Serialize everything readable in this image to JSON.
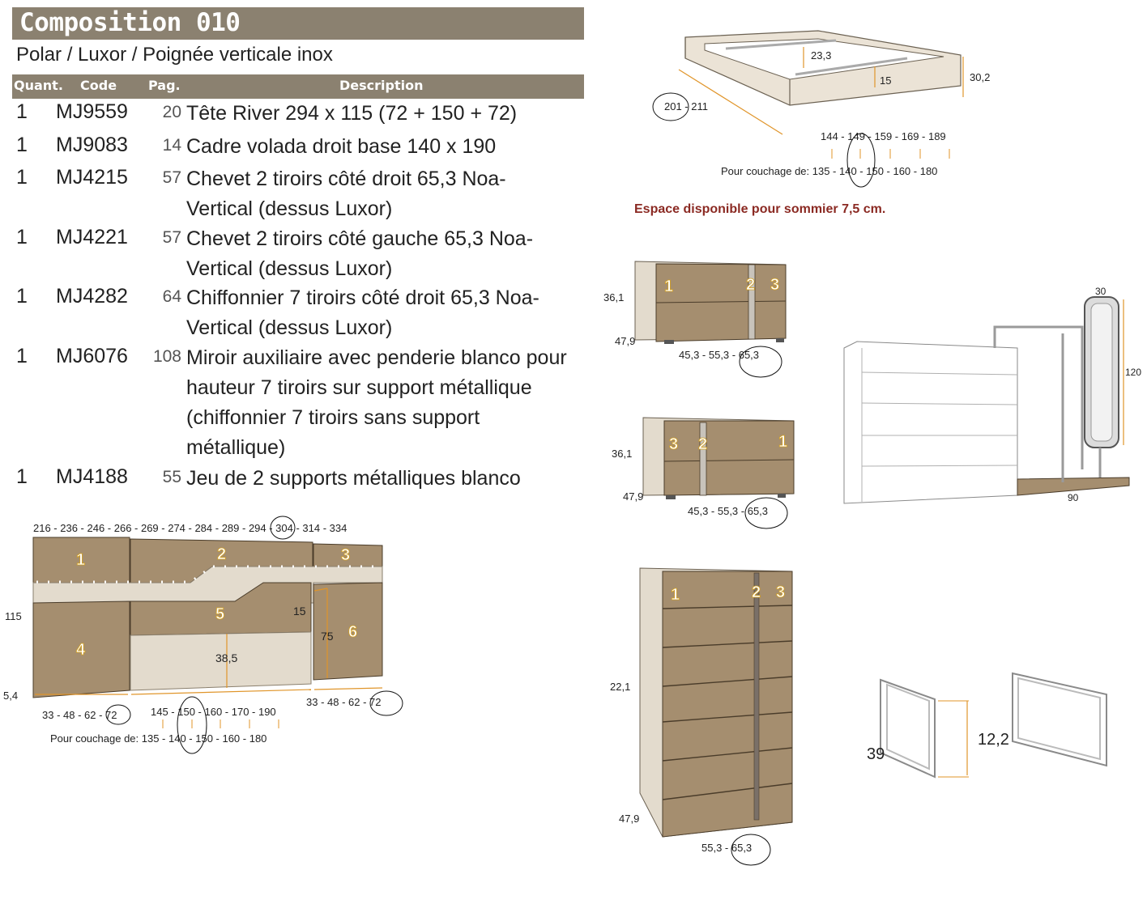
{
  "header": {
    "title": "Composition 010",
    "subtitle": "Polar / Luxor / Poignée verticale inox",
    "columns": {
      "quant": "Quant.",
      "code": "Code",
      "page": "Pag.",
      "description": "Description"
    }
  },
  "items": [
    {
      "quant": "1",
      "code": "MJ9559",
      "page": "20",
      "desc_lines": [
        "Tête River 294 x 115 (72 + 150 + 72)"
      ]
    },
    {
      "quant": "1",
      "code": "MJ9083",
      "page": "14",
      "desc_lines": [
        "Cadre volada droit base 140 x 190"
      ]
    },
    {
      "quant": "1",
      "code": "MJ4215",
      "page": "57",
      "desc_lines": [
        "Chevet 2 tiroirs côté droit 65,3 Noa-",
        "Vertical (dessus Luxor)"
      ]
    },
    {
      "quant": "1",
      "code": "MJ4221",
      "page": "57",
      "desc_lines": [
        "Chevet 2 tiroirs côté gauche 65,3 Noa-",
        "Vertical (dessus Luxor)"
      ]
    },
    {
      "quant": "1",
      "code": "MJ4282",
      "page": "64",
      "desc_lines": [
        "Chiffonnier 7 tiroirs côté droit 65,3 Noa-",
        "Vertical (dessus Luxor)"
      ]
    },
    {
      "quant": "1",
      "code": "MJ6076",
      "page": "108",
      "desc_lines": [
        "Miroir auxiliaire avec penderie blanco pour",
        "hauteur 7 tiroirs sur support métallique",
        "(chiffonnier 7 tiroirs sans support",
        "métallique)"
      ]
    },
    {
      "quant": "1",
      "code": "MJ4188",
      "page": "55",
      "desc_lines": [
        "Jeu de 2 supports métalliques blanco"
      ]
    }
  ],
  "headboard": {
    "top_widths": "216 - 236 - 246 - 266 - 269 - 274 - 284 - 289 - 294 - 304 - 314 - 334",
    "height": "115",
    "left_dim": "5,4",
    "side_widths_left": "33 - 48 - 62 - 72",
    "side_widths_right": "33 - 48 - 62 - 72",
    "center_widths": "145 - 150 - 160 - 170 - 190",
    "couchage": "Pour couchage de: 135 - 140 - 150 - 160 - 180",
    "dim_38": "38,5",
    "dim_15": "15",
    "dim_75": "75",
    "part_labels": [
      "1",
      "2",
      "3",
      "4",
      "5",
      "6"
    ]
  },
  "bed_frame": {
    "dim_23": "23,3",
    "dim_15": "15",
    "dim_30": "30,2",
    "lengths": "201 - 211",
    "widths": "144 - 149 - 159 - 169 - 189",
    "couchage": "Pour couchage de: 135 - 140 - 150 - 160 - 180",
    "note": "Espace disponible pour sommier 7,5 cm."
  },
  "nightstand_right": {
    "height": "36,1",
    "depth": "47,9",
    "widths": "45,3 - 55,3 - 65,3",
    "labels": [
      "1",
      "2",
      "3"
    ]
  },
  "nightstand_left": {
    "height": "36,1",
    "depth": "47,9",
    "widths": "45,3 - 55,3 - 65,3",
    "labels": [
      "3",
      "2",
      "1"
    ]
  },
  "chest": {
    "height": "22,1",
    "depth": "47,9",
    "widths": "55,3 - 65,3",
    "labels": [
      "1",
      "2",
      "3"
    ]
  },
  "mirror": {
    "width_top": "30",
    "height": "120",
    "base": "90"
  },
  "supports": {
    "width": "39",
    "height": "12,2"
  },
  "colors": {
    "header_bg": "#8b8170",
    "wood": "#a58e6f",
    "beige": "#e3dbcd",
    "note_red": "#8b2a23"
  }
}
